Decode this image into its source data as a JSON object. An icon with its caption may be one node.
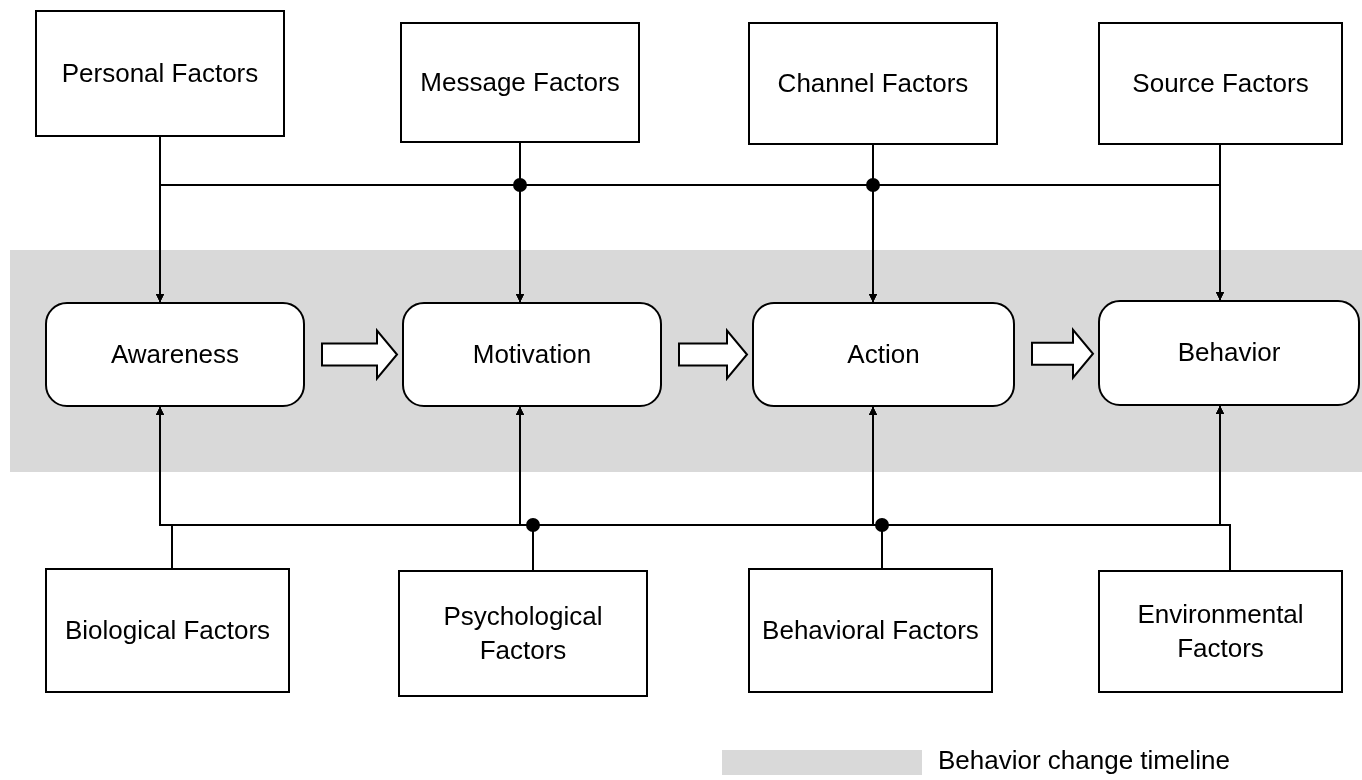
{
  "diagram": {
    "nodes": [
      {
        "text": [
          "Personal Factors"
        ]
      },
      {
        "text": [
          "Message Factors"
        ]
      },
      {
        "text": [
          "Channel Factors"
        ]
      },
      {
        "text": [
          "Source Factors"
        ]
      },
      {
        "text": [
          "Awareness"
        ]
      },
      {
        "text": [
          "Motivation"
        ]
      },
      {
        "text": [
          "Action"
        ]
      },
      {
        "text": [
          "Behavior"
        ]
      },
      {
        "text": [
          "Biological Factors"
        ]
      },
      {
        "text": [
          "Psychological Factors"
        ]
      },
      {
        "text": [
          "Behavioral Factors"
        ]
      },
      {
        "text": [
          "Environmental Factors"
        ]
      }
    ],
    "edges": [
      {
        "from": 0,
        "to": 4,
        "arrow": "to"
      },
      {
        "from": 0,
        "to": 5,
        "arrow": "to"
      },
      {
        "from": 0,
        "to": 6,
        "arrow": "to"
      },
      {
        "from": 0,
        "to": 7,
        "arrow": "to"
      },
      {
        "from": 1,
        "to": 4,
        "arrow": "to"
      },
      {
        "from": 1,
        "to": 5,
        "arrow": "to"
      },
      {
        "from": 1,
        "to": 6,
        "arrow": "to"
      },
      {
        "from": 1,
        "to": 7,
        "arrow": "to"
      },
      {
        "from": 2,
        "to": 4,
        "arrow": "to"
      },
      {
        "from": 2,
        "to": 5,
        "arrow": "to"
      },
      {
        "from": 2,
        "to": 6,
        "arrow": "to"
      },
      {
        "from": 2,
        "to": 7,
        "arrow": "to"
      },
      {
        "from": 3,
        "to": 4,
        "arrow": "to"
      },
      {
        "from": 3,
        "to": 5,
        "arrow": "to"
      },
      {
        "from": 3,
        "to": 6,
        "arrow": "to"
      },
      {
        "from": 3,
        "to": 7,
        "arrow": "to"
      },
      {
        "from": 8,
        "to": 4,
        "arrow": "to"
      },
      {
        "from": 8,
        "to": 5,
        "arrow": "to"
      },
      {
        "from": 8,
        "to": 6,
        "arrow": "to"
      },
      {
        "from": 8,
        "to": 7,
        "arrow": "to"
      },
      {
        "from": 9,
        "to": 4,
        "arrow": "to"
      },
      {
        "from": 9,
        "to": 5,
        "arrow": "to"
      },
      {
        "from": 9,
        "to": 6,
        "arrow": "to"
      },
      {
        "from": 9,
        "to": 7,
        "arrow": "to"
      },
      {
        "from": 10,
        "to": 4,
        "arrow": "to"
      },
      {
        "from": 10,
        "to": 5,
        "arrow": "to"
      },
      {
        "from": 10,
        "to": 6,
        "arrow": "to"
      },
      {
        "from": 10,
        "to": 7,
        "arrow": "to"
      },
      {
        "from": 11,
        "to": 4,
        "arrow": "to"
      },
      {
        "from": 11,
        "to": 5,
        "arrow": "to"
      },
      {
        "from": 11,
        "to": 6,
        "arrow": "to"
      },
      {
        "from": 11,
        "to": 7,
        "arrow": "to"
      },
      {
        "from": 4,
        "to": 5,
        "arrow": "to",
        "style": "thick"
      },
      {
        "from": 5,
        "to": 6,
        "arrow": "to",
        "style": "thick"
      },
      {
        "from": 6,
        "to": 7,
        "arrow": "to",
        "style": "thick"
      }
    ],
    "legend": [
      {
        "text": "Behavior change timeline",
        "color": "#d9d9d9"
      }
    ]
  }
}
